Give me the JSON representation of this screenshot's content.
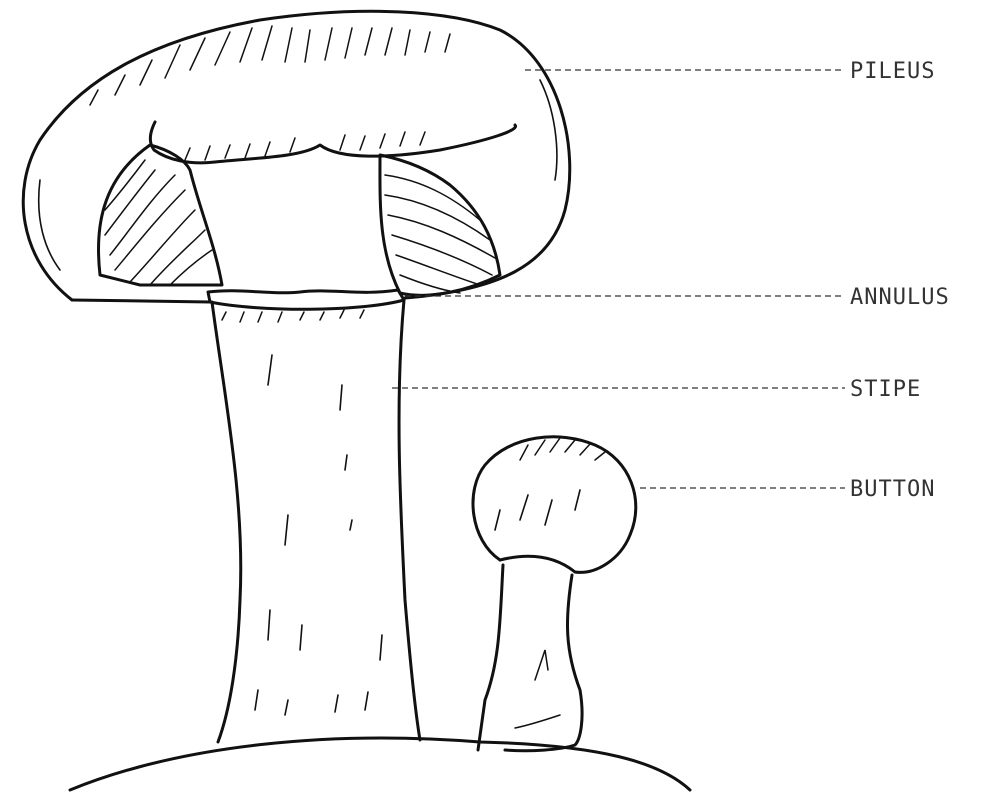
{
  "labels": {
    "pileus": "PILEUS",
    "annulus": "ANNULUS",
    "stipe": "STIPE",
    "button": "BUTTON"
  },
  "colors": {
    "ink": "#111111",
    "label": "#333333",
    "background": "#ffffff"
  }
}
